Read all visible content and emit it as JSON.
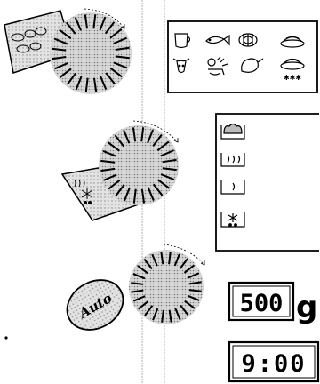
{
  "dials": [
    {
      "name": "food-category-dial"
    },
    {
      "name": "cooking-mode-dial"
    },
    {
      "name": "auto-program-dial"
    }
  ],
  "food_panel": {
    "icons": [
      "cup-icon",
      "fish-icon",
      "roll-icon",
      "dish-icon",
      "cow-icon",
      "vegetables-icon",
      "chicken-icon",
      "dish-three-star-icon"
    ]
  },
  "mode_panel": {
    "icons": [
      "bread-icon",
      "steam-icon",
      "single-wave-icon",
      "defrost-icon"
    ]
  },
  "auto_button": {
    "label": "Auto"
  },
  "weight_display": {
    "value": "500",
    "unit": "g"
  },
  "time_display": {
    "value": "9:00"
  },
  "colors": {
    "dial_fill": "#bdbdbd",
    "ink": "#000000",
    "label_fill": "#c8c8c8"
  }
}
